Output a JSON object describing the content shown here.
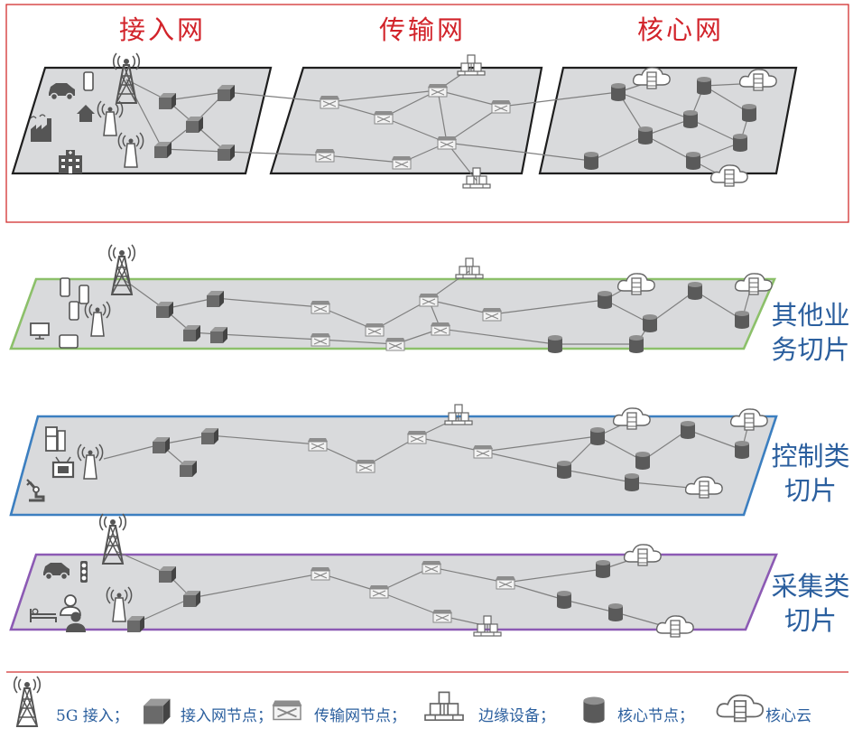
{
  "headers": {
    "access": "接入网",
    "transport": "传输网",
    "core": "核心网"
  },
  "slices": [
    {
      "id": "other",
      "label_line1": "其他业",
      "label_line2": "务切片",
      "border_color": "#8cc06a"
    },
    {
      "id": "control",
      "label_line1": "控制类",
      "label_line2": "切片",
      "border_color": "#3c7fc0"
    },
    {
      "id": "collect",
      "label_line1": "采集类",
      "label_line2": "切片",
      "border_color": "#8c5ab4"
    }
  ],
  "legend": {
    "items": [
      {
        "icon": "5g-tower-icon",
        "text": "5G 接入；"
      },
      {
        "icon": "access-node-icon",
        "text": "接入网节点；"
      },
      {
        "icon": "transport-node-icon",
        "text": "传输网节点；"
      },
      {
        "icon": "edge-device-icon",
        "text": "边缘设备；"
      },
      {
        "icon": "core-node-icon",
        "text": "核心节点；"
      },
      {
        "icon": "core-cloud-icon",
        "text": "核心云"
      }
    ]
  },
  "colors": {
    "header_red": "#d2232a",
    "label_blue": "#2b5f9e",
    "frame_red": "#d23030",
    "plane_fill": "#d9dadc"
  }
}
